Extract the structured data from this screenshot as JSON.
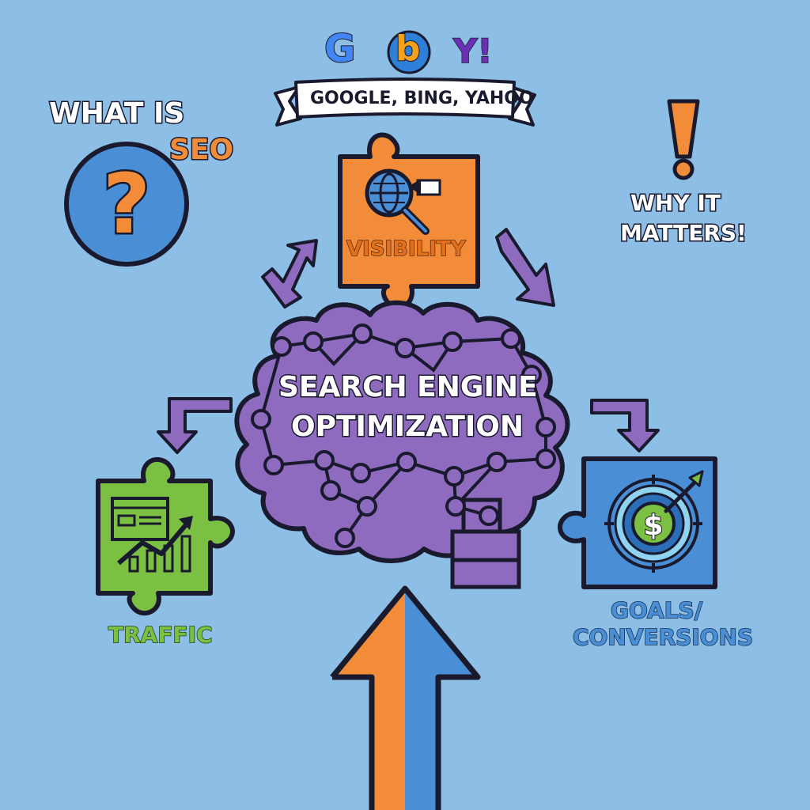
{
  "labels": {
    "what_is": "WHAT IS",
    "seo": "SEO",
    "engines_banner": "GOOGLE, BING, YAHOO",
    "why_it": "WHY IT",
    "matters": "MATTERS!",
    "visibility": "VISIBILITY",
    "center_line1": "SEARCH ENGINE",
    "center_line2": "OPTIMIZATION",
    "traffic": "TRAFFIC",
    "goals_line1": "GOALS/",
    "goals_line2": "CONVERSIONS"
  },
  "logos": {
    "google": "G",
    "bing": "b",
    "yahoo": "Y!"
  },
  "icons": {
    "question": "?",
    "exclamation": "!",
    "dollar": "$"
  },
  "colors": {
    "background": "#8dbfe6",
    "orange": "#f28c38",
    "purple": "#8e6bbf",
    "green": "#7bc043",
    "blue": "#4a8fd6",
    "outline": "#1a1a2e"
  }
}
